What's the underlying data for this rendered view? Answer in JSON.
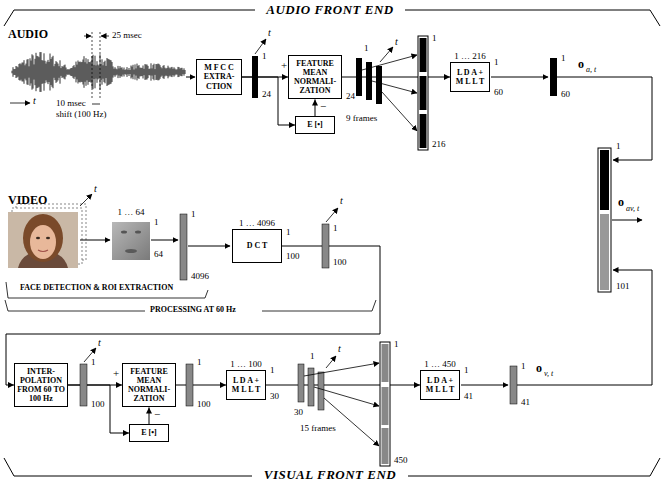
{
  "diagram": {
    "nodes": [
      {
        "text": [
          "M F C C EXTRA- CTION"
        ]
      },
      {
        "text": [
          "FEATURE MEAN NORMALI- ZATION"
        ]
      },
      {
        "text": [
          "E [•]"
        ]
      },
      {
        "text": [
          "1 … 216",
          "L D A + M L L T"
        ]
      },
      {
        "text": [
          "1 … 4096",
          "D C T"
        ]
      },
      {
        "text": [
          "INTER- POLATION FROM 60 TO 100 Hz"
        ]
      },
      {
        "text": [
          "FEATURE MEAN NORMALI- ZATION"
        ]
      },
      {
        "text": [
          "E [•]"
        ]
      },
      {
        "text": [
          "1 … 100",
          "L D A + M L L T"
        ]
      },
      {
        "text": [
          "1 … 450",
          "L D A + M L L T"
        ]
      }
    ],
    "edges": [
      {
        "from": 0,
        "to": 1,
        "arrow": "to"
      },
      {
        "from": 0,
        "to": 2,
        "arrow": "to"
      },
      {
        "from": 2,
        "to": 1,
        "arrow": "to"
      },
      {
        "from": 1,
        "to": 3,
        "arrow": "to"
      },
      {
        "from": 4,
        "to": 5,
        "arrow": "to"
      },
      {
        "from": 5,
        "to": 6,
        "arrow": "to"
      },
      {
        "from": 5,
        "to": 7,
        "arrow": "to"
      },
      {
        "from": 7,
        "to": 6,
        "arrow": "to"
      },
      {
        "from": 6,
        "to": 8,
        "arrow": "to"
      },
      {
        "from": 8,
        "to": 9,
        "arrow": "to"
      }
    ],
    "labels": [
      "AUDIO FRONT END",
      "AUDIO",
      "25 msec",
      "10 msec",
      "shift (100 Hz)",
      "t",
      "1",
      "24",
      "t",
      "+",
      "−",
      "1",
      "24",
      "t",
      "9 frames",
      "1",
      "216",
      "1",
      "60",
      "1",
      "60",
      "o",
      "a, t",
      "VIDEO",
      "1 … 64",
      "1",
      "64",
      "t",
      "1",
      "4096",
      "1",
      "100",
      "1",
      "100",
      "t",
      "FACE DETECTION & ROI EXTRACTION",
      "PROCESSING AT 60 Hz",
      "1",
      "101",
      "o",
      "av, t",
      "1",
      "100",
      "t",
      "+",
      "−",
      "1",
      "100",
      "1",
      "30",
      "1",
      "30",
      "t",
      "15 frames",
      "1",
      "450",
      "1",
      "41",
      "1",
      "41",
      "o",
      "v, t",
      "VISUAL FRONT END"
    ]
  }
}
